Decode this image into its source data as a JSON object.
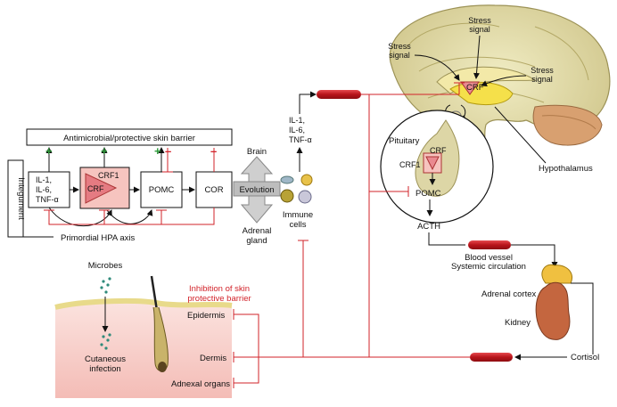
{
  "labels": {
    "barrier": "Antimicrobial/protective skin barrier",
    "integument": "Integument",
    "cytokines_left": [
      "IL-1,",
      "IL-6,",
      "TNF-α"
    ],
    "crf1_left": "CRF1",
    "crf_left": "CRF",
    "pomc_left": "POMC",
    "cor": "COR",
    "hpa": "Primordial HPA axis",
    "brain_left": "Brain",
    "evolution": "Evolution",
    "adrenal_gland": [
      "Adrenal",
      "gland"
    ],
    "immune_cells": [
      "Immune",
      "cells"
    ],
    "cytokines_mid": [
      "IL-1,",
      "IL-6,",
      "TNF-α"
    ],
    "stress_top": [
      "Stress",
      "signal"
    ],
    "stress_left": [
      "Stress",
      "signal"
    ],
    "stress_right": [
      "Stress",
      "signal"
    ],
    "crf_brain": "CRF",
    "pituitary": "Pituitary",
    "crf_pit": "CRF",
    "crf1_pit": "CRF1",
    "pomc_pit": "POMC",
    "hypothalamus": "Hypothalamus",
    "acth": "ACTH",
    "blood_vessel": [
      "Blood vessel",
      "Systemic circulation"
    ],
    "adrenal_cortex": "Adrenal cortex",
    "kidney": "Kidney",
    "cortisol": "Cortisol",
    "microbes": "Microbes",
    "cutaneous": [
      "Cutaneous",
      "infection"
    ],
    "inhibition": [
      "Inhibition of skin",
      "protective barrier"
    ],
    "epidermis": "Epidermis",
    "dermis": "Dermis",
    "adnexal": "Adnexal organs",
    "plus": "+",
    "minus": "–"
  },
  "colors": {
    "inhibition_red": "#d2232a",
    "stimulation_green": "#2e9b3a",
    "skin_pink": "#f7c9c4",
    "brain_tan": "#d9d29a",
    "vessel_red": "#c8191f"
  }
}
